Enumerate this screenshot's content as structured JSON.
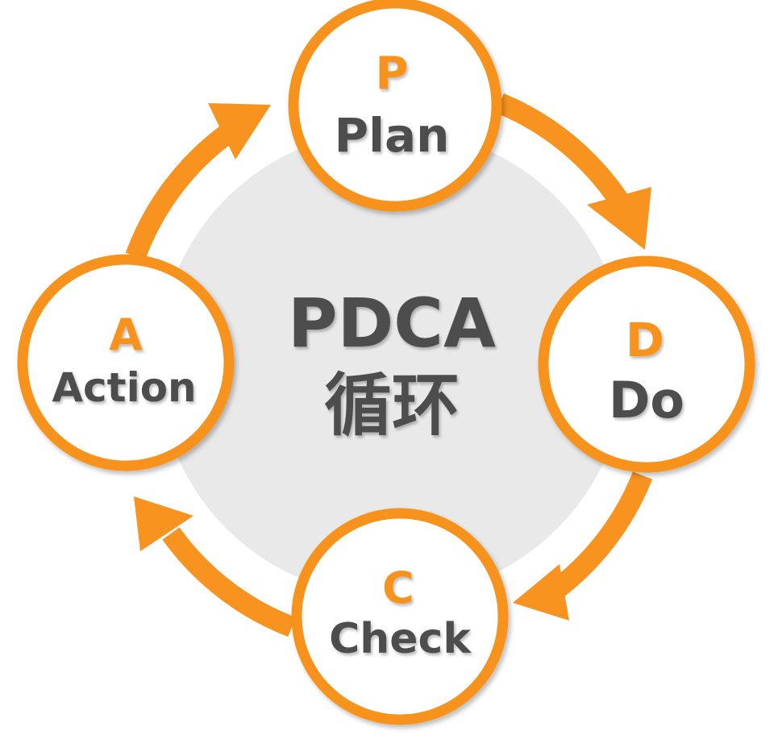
{
  "center": {
    "line1": "PDCA",
    "line2": "循环"
  },
  "stages": [
    {
      "id": "plan",
      "letter": "P",
      "word": "Plan"
    },
    {
      "id": "do",
      "letter": "D",
      "word": "Do"
    },
    {
      "id": "check",
      "letter": "C",
      "word": "Check"
    },
    {
      "id": "action",
      "letter": "A",
      "word": "Action"
    }
  ],
  "colors": {
    "accent": "#F7931E",
    "text": "#4D4D4D",
    "hub": "#E9E9E9",
    "circle_fill": "#FFFFFF"
  }
}
